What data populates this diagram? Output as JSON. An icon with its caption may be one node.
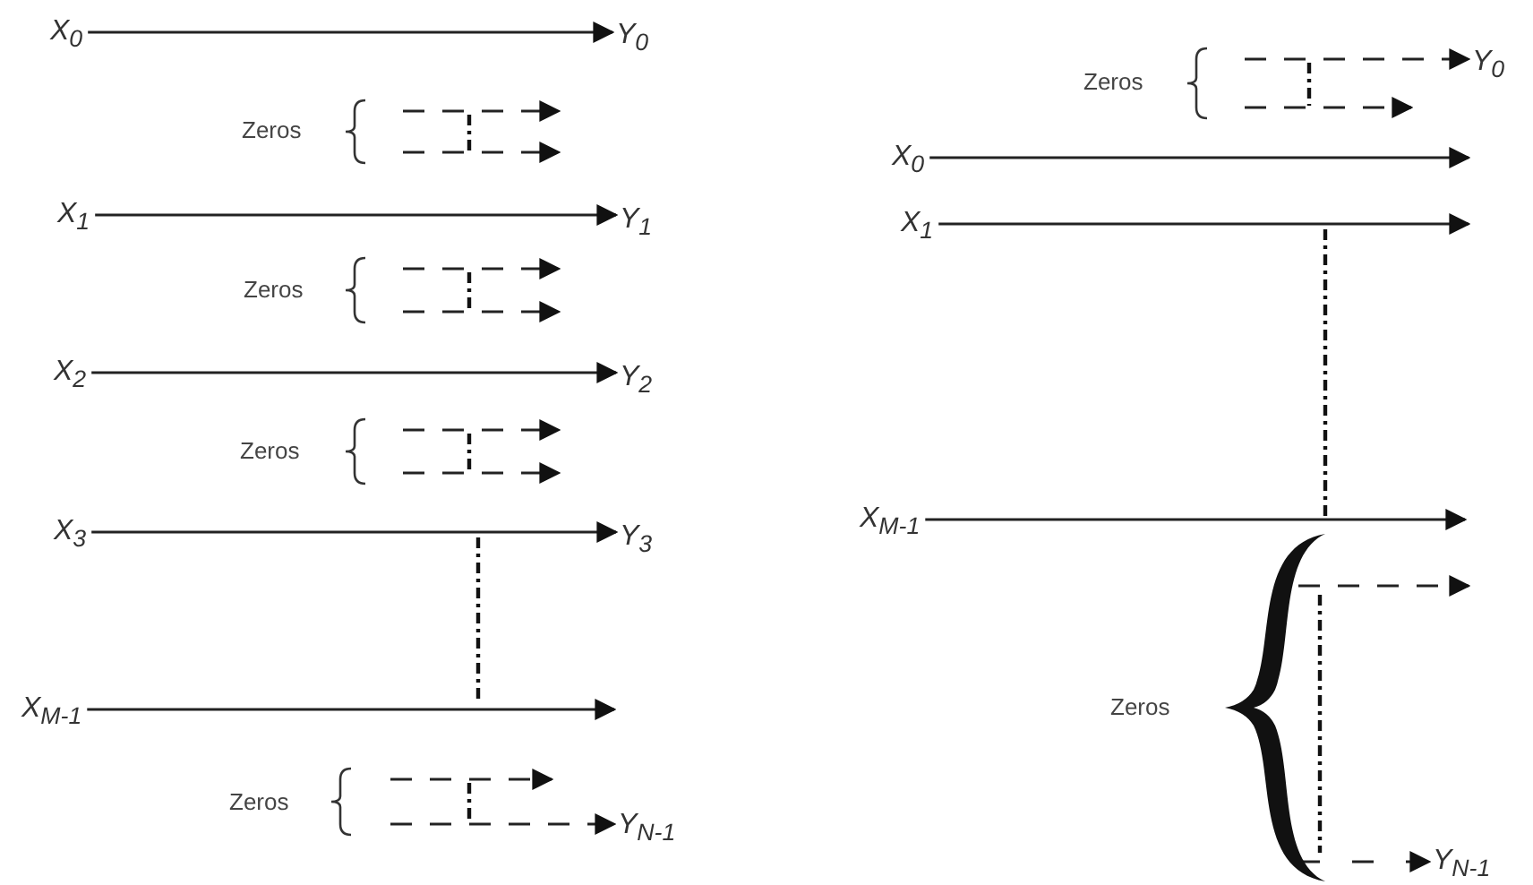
{
  "diagram": {
    "nodes": [
      {
        "text": [
          "X$_{0}$"
        ]
      },
      {
        "text": [
          "Y$_{0}$"
        ]
      },
      {
        "text": [
          "X$_{1}$"
        ]
      },
      {
        "text": [
          "Y$_{1}$"
        ]
      },
      {
        "text": [
          "X$_{2}$"
        ]
      },
      {
        "text": [
          "Y$_{2}$"
        ]
      },
      {
        "text": [
          "X$_{3}$"
        ]
      },
      {
        "text": [
          "Y$_{3}$"
        ]
      },
      {
        "text": [
          "X$_{M-1}$"
        ]
      },
      {
        "text": [
          "Y$_{N-1}$"
        ]
      },
      {
        "text": [
          "Y$_{0}$"
        ]
      },
      {
        "text": [
          "X$_{0}$"
        ]
      },
      {
        "text": [
          "X$_{1}$"
        ]
      },
      {
        "text": [
          "X$_{M-1}$"
        ]
      },
      {
        "text": [
          "Y$_{N-1}$"
        ]
      }
    ],
    "edges": [
      {
        "from": 0,
        "to": 1,
        "arrow": "to"
      },
      {
        "from": 2,
        "to": 3,
        "arrow": "to"
      },
      {
        "from": 4,
        "to": 5,
        "arrow": "to"
      },
      {
        "from": 6,
        "to": 7,
        "arrow": "to"
      },
      {
        "from": 8,
        "to": null,
        "arrow": "to"
      },
      {
        "from": null,
        "to": 9,
        "arrow": "to",
        "style": "dashed"
      },
      {
        "from": null,
        "to": 10,
        "arrow": "to",
        "style": "dashed"
      },
      {
        "from": 11,
        "to": null,
        "arrow": "to"
      },
      {
        "from": 12,
        "to": null,
        "arrow": "to"
      },
      {
        "from": 13,
        "to": null,
        "arrow": "to"
      },
      {
        "from": null,
        "to": 14,
        "arrow": "to",
        "style": "dashed"
      }
    ],
    "labels": [
      "Zeros",
      "Zeros",
      "Zeros",
      "Zeros",
      "Zeros",
      "Zeros"
    ]
  }
}
